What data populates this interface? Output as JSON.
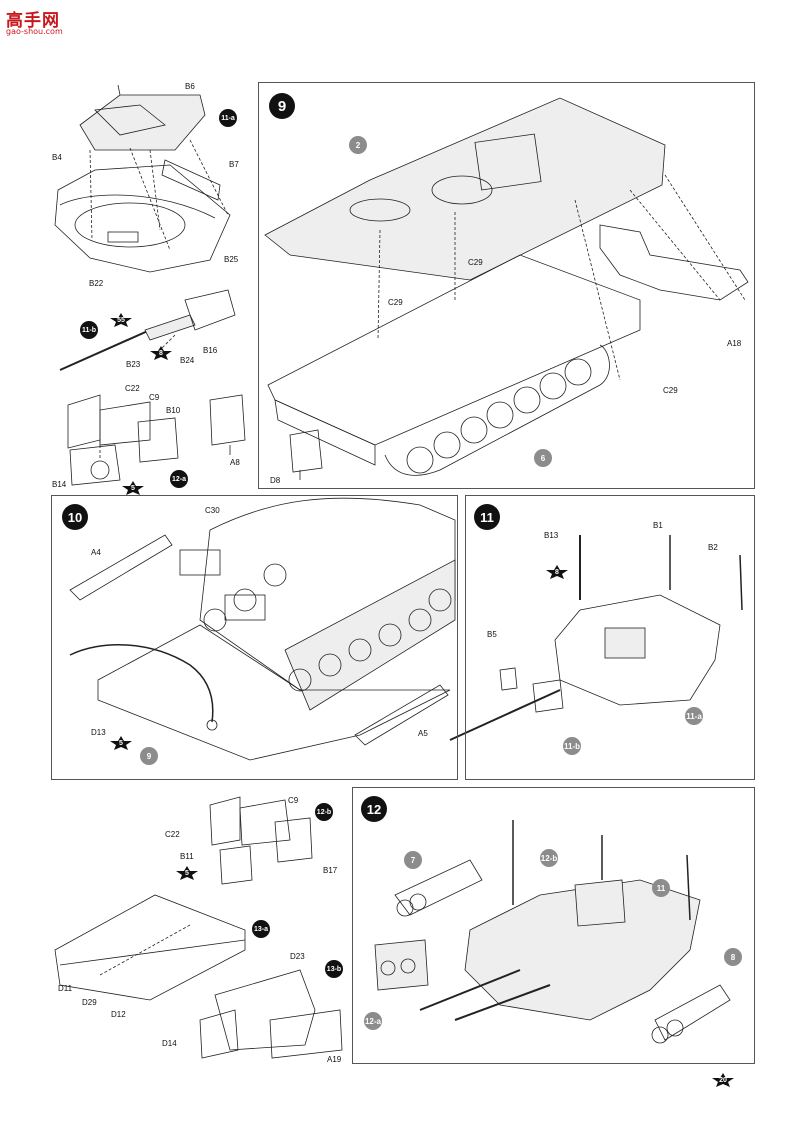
{
  "site_logo": {
    "title": "高手网",
    "url": "gao-shou.com"
  },
  "steps": {
    "s9": {
      "number": "9"
    },
    "s10": {
      "number": "10"
    },
    "s11": {
      "number": "11"
    },
    "s12": {
      "number": "12"
    }
  },
  "badges": {
    "a11a": "11-a",
    "a11b": "11-b",
    "a12a": "12-a",
    "a12b": "12-b",
    "a13a": "13-a",
    "a13b": "13-b",
    "g2": "2",
    "g6": "6",
    "g9": "9",
    "g11a": "11-a",
    "g11b": "11-b",
    "g7": "7",
    "g12b": "12-b",
    "g11": "11",
    "g8": "8",
    "g12a": "12-a"
  },
  "stars": {
    "s55": "55",
    "s8a": "8",
    "s5a": "5",
    "s5b": "5",
    "s8b": "8",
    "s5c": "5",
    "s20": "20"
  },
  "labels": {
    "B6": "B6",
    "B4": "B4",
    "B7": "B7",
    "B22": "B22",
    "B25": "B25",
    "B23": "B23",
    "B24": "B24",
    "B16": "B16",
    "C22": "C22",
    "C9": "C9",
    "B10": "B10",
    "B14": "B14",
    "A8": "A8",
    "D8": "D8",
    "C29a": "C29",
    "C29b": "C29",
    "C29c": "C29",
    "A18": "A18",
    "C30": "C30",
    "A4": "A4",
    "D13": "D13",
    "A5": "A5",
    "B13": "B13",
    "B1": "B1",
    "B2": "B2",
    "B5": "B5",
    "C9b": "C9",
    "C22b": "C22",
    "B11": "B11",
    "B17": "B17",
    "D11": "D11",
    "D29": "D29",
    "D12": "D12",
    "D23": "D23",
    "D14": "D14",
    "A19": "A19"
  }
}
